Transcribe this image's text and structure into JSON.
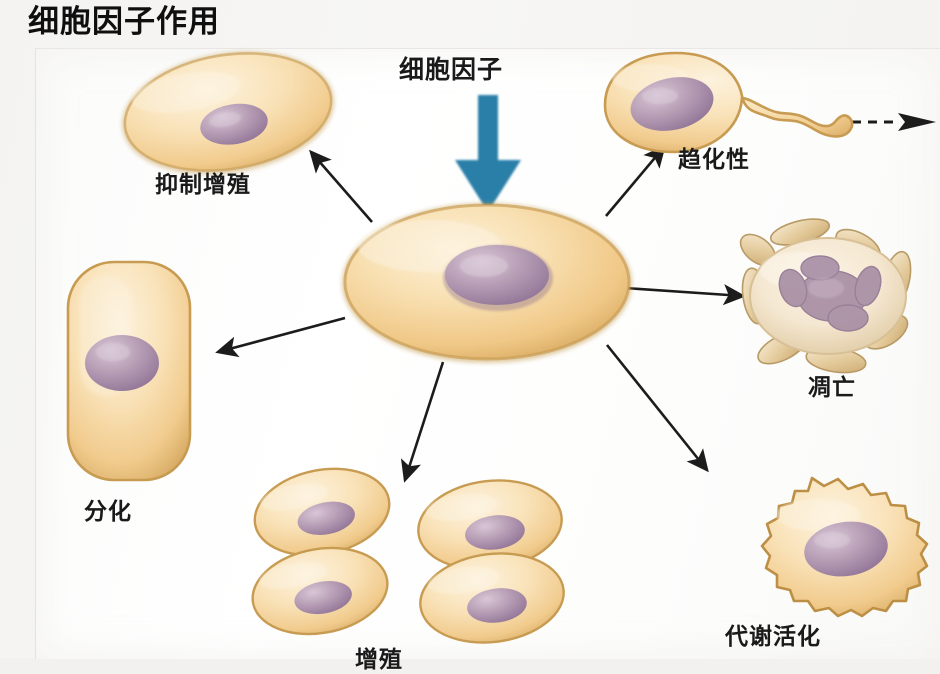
{
  "page": {
    "title": "细胞因子作用",
    "background_color": "#f2f1ef",
    "board_color": "#fdfdfc"
  },
  "diagram": {
    "type": "radial-effect-diagram",
    "stimulus": {
      "label": "细胞因子",
      "arrow_color": "#2b7fa8",
      "arrow_direction": "down",
      "target": "central-cell"
    },
    "central_cell": {
      "name": "central-cell",
      "shape": "ellipse",
      "cytoplasm_color": "#f2cf96",
      "nucleus_color": "#a98ba5",
      "rim_color": "#c8a055"
    },
    "effects": [
      {
        "id": "inhibit-proliferation",
        "label": "抑制增殖",
        "position": "top-left",
        "morphology": "single tilted oval cell",
        "arrow": "from-center-to-upper-left"
      },
      {
        "id": "chemotaxis",
        "label": "趋化性",
        "position": "top-right",
        "morphology": "elongated cell with trailing pseudopod and dashed motion arrow",
        "arrow": "from-center-to-upper-right"
      },
      {
        "id": "apoptosis",
        "label": "凋亡",
        "position": "right",
        "morphology": "fragmented cell with membrane blebs and condensed nucleus",
        "arrow": "from-center-to-right"
      },
      {
        "id": "metabolic-activation",
        "label": "代谢活化",
        "position": "bottom-right",
        "morphology": "cell with ruffled spiky membrane",
        "arrow": "from-center-to-lower-right"
      },
      {
        "id": "proliferation",
        "label": "增殖",
        "position": "bottom-center",
        "morphology": "cluster of four identical daughter cells",
        "arrow": "from-center-downward",
        "cell_count": 4
      },
      {
        "id": "differentiation",
        "label": "分化",
        "position": "left",
        "morphology": "tall columnar rounded-rectangle cell",
        "arrow": "from-center-to-left"
      }
    ],
    "colors": {
      "cytoplasm": "#f2cf96",
      "cytoplasm_light": "#fae4bd",
      "rim": "#c49a52",
      "nucleus": "#a98ba5",
      "nucleus_light": "#c8b3c6",
      "arrow": "#1c1c1c",
      "cytokine_arrow": "#2b7fa8",
      "text": "#1a1a1a"
    }
  }
}
